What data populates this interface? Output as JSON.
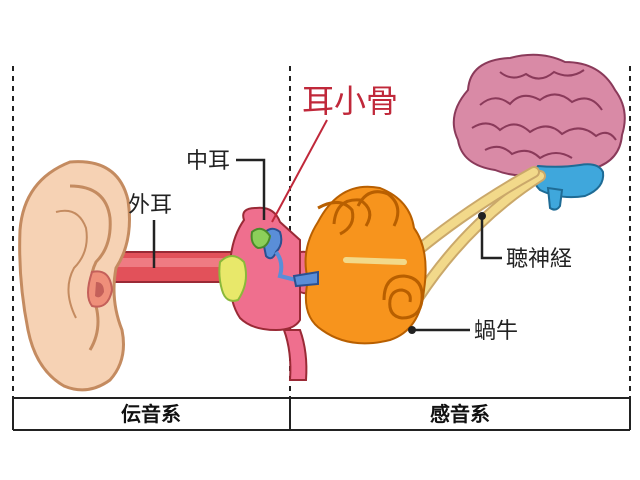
{
  "labels": {
    "ossicles": "耳小骨",
    "middle_ear": "中耳",
    "outer_ear": "外耳",
    "auditory_nerve": "聴神経",
    "cochlea": "蝸牛"
  },
  "systems": {
    "conductive": "伝音系",
    "sensorineural": "感音系"
  },
  "colors": {
    "ossicles_label": "#c0283a",
    "skin": "#f6d2b4",
    "canal": "#e2515a",
    "middle_ear": "#ef6f8e",
    "cochlea": "#f7941d",
    "nerve": "#f2d98a",
    "brain": "#d98aa6",
    "brainstem": "#3fa7dc",
    "eardrum": "#e8e86a"
  }
}
